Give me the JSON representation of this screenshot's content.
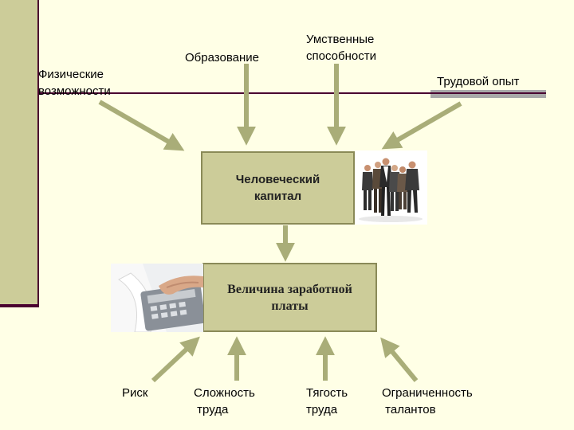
{
  "diagram": {
    "top_factors": [
      {
        "label": "Физические\nвозможности"
      },
      {
        "label": "Образование"
      },
      {
        "label": "Умственные\nспособности"
      },
      {
        "label": "Трудовой опыт"
      }
    ],
    "center_box": {
      "label": "Человеческий\nкапитал"
    },
    "result_box": {
      "label": "Величина заработной\nплаты"
    },
    "bottom_factors": [
      {
        "label": "Риск"
      },
      {
        "label": "Сложность\n труда"
      },
      {
        "label": "Тягость\nтруда"
      },
      {
        "label": "Ограниченность\n талантов"
      }
    ]
  },
  "colors": {
    "background": "#FFFFE6",
    "box_fill": "#CCCC99",
    "arrow": "#A9AD78",
    "accent_line": "#4A0030"
  },
  "images": {
    "people_photo": "business-people-group-image",
    "calculator_photo": "hand-on-calculator-image"
  }
}
